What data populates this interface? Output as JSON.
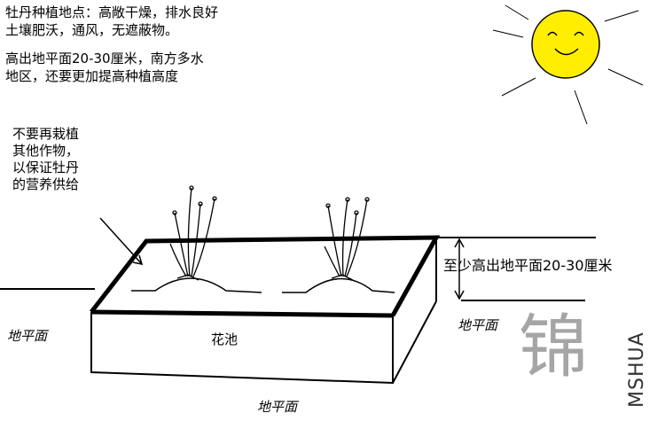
{
  "header_lines": [
    "牡丹种植地点：高敞干燥，排水良好",
    "土壤肥沃，通风，无遮蔽物。",
    "高出地平面20-30厘米，南方多水",
    "地区，还要更加提高种植高度"
  ],
  "note_lines": [
    "不要再栽植",
    "其他作物，",
    "以保证牡丹",
    "的营养供给"
  ],
  "height_label": "至少高出地平面20-30厘米",
  "ground_label": "地平面",
  "bed_label": "花池",
  "watermark_char": "锦",
  "watermark_text": "MSHUA",
  "colors": {
    "line": "#000000",
    "sun_fill": "#ffee00",
    "watermark": "#a5a5a5"
  }
}
